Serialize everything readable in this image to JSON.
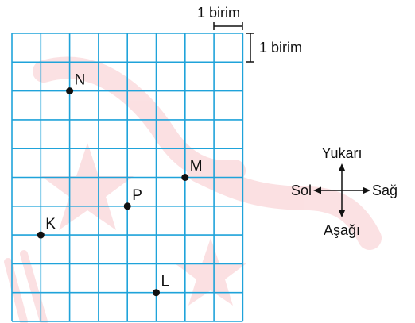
{
  "scale_labels": {
    "horizontal": "1 birim",
    "vertical": "1 birim"
  },
  "grid": {
    "columns": 8,
    "rows": 10,
    "line_color": "#1fa3da"
  },
  "points": [
    {
      "name": "N",
      "col": 2,
      "row": 2
    },
    {
      "name": "M",
      "col": 6,
      "row": 5
    },
    {
      "name": "P",
      "col": 4,
      "row": 6
    },
    {
      "name": "K",
      "col": 1,
      "row": 7
    },
    {
      "name": "L",
      "col": 5,
      "row": 9
    }
  ],
  "compass": {
    "up": "Yukarı",
    "down": "Aşağı",
    "left": "Sol",
    "right": "Sağ"
  },
  "watermark": {
    "color": "#e94452"
  }
}
